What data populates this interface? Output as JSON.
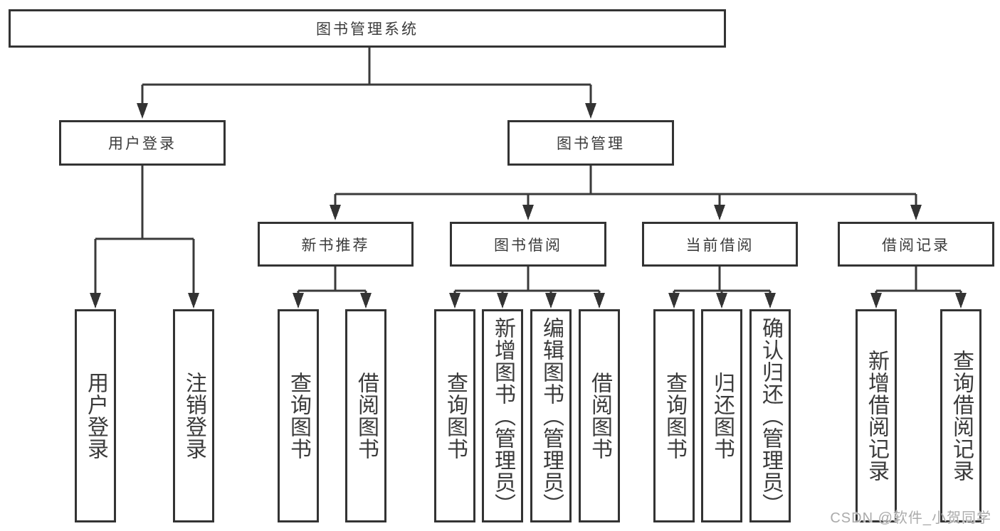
{
  "diagram": {
    "root": {
      "label": "图书管理系统"
    },
    "level2": {
      "user_login": {
        "label": "用户登录"
      },
      "book_mgmt": {
        "label": "图书管理"
      }
    },
    "level3": {
      "new_books": {
        "label": "新书推荐"
      },
      "borrowing": {
        "label": "图书借阅"
      },
      "current": {
        "label": "当前借阅"
      },
      "records": {
        "label": "借阅记录"
      }
    },
    "leaves": {
      "user_login": [
        "用户登录",
        "注销登录"
      ],
      "new_books": [
        "查询图书",
        "借阅图书"
      ],
      "borrowing": [
        "查询图书",
        "新增图书（管理员）",
        "编辑图书（管理员）",
        "借阅图书"
      ],
      "current": [
        "查询图书",
        "归还图书",
        "确认归还（管理员）"
      ],
      "records": [
        "新增借阅记录",
        "查询借阅记录"
      ]
    }
  },
  "watermark": {
    "label": "CSDN @软件_小贺同学"
  },
  "colors": {
    "line": "#3a3a3a",
    "box_border": "#333333",
    "text": "#3b3b3b",
    "watermark": "#ababab",
    "background": "#ffffff"
  }
}
